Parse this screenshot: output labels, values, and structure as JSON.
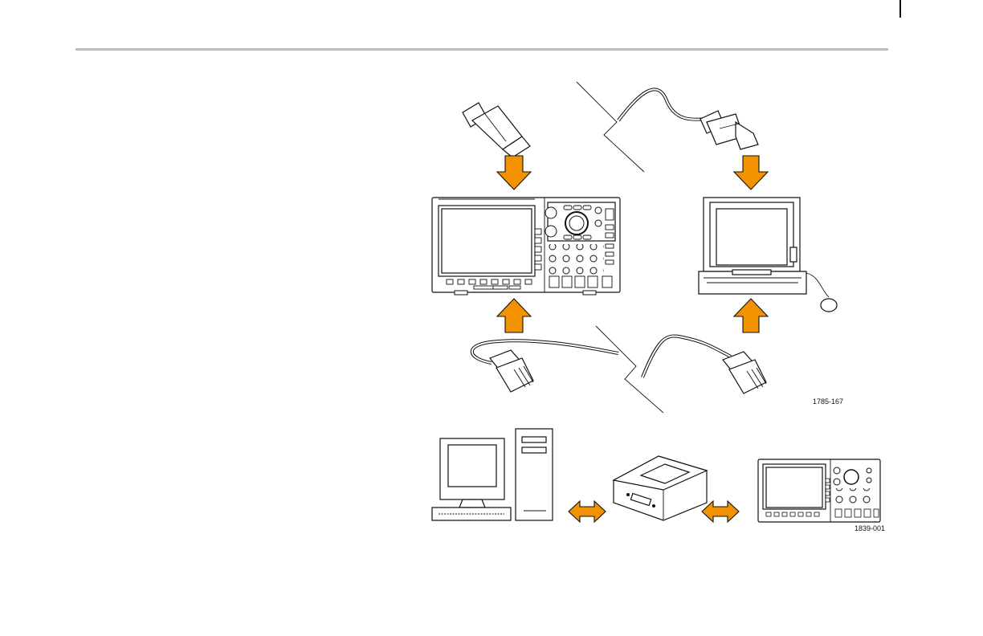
{
  "figures": [
    {
      "label": "1785-167",
      "description_name": "usb-and-ethernet-connection-figure"
    },
    {
      "label": "1839-001",
      "description_name": "gpib-adapter-connection-figure"
    }
  ],
  "brand_colors": {
    "arrow": "#f39200",
    "rule": "#bdbdbd"
  }
}
